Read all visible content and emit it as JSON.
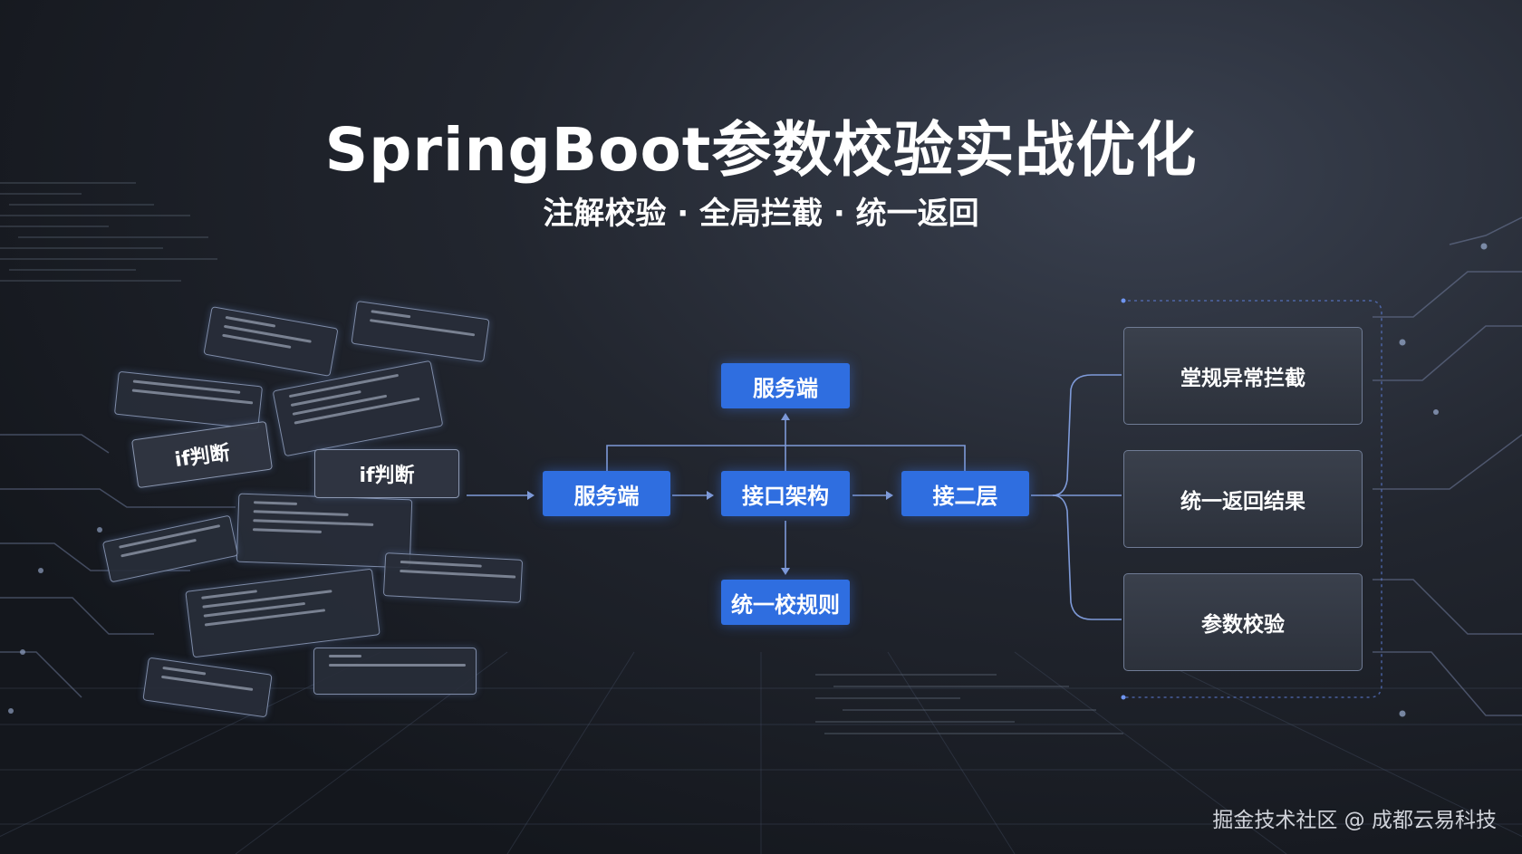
{
  "title": "SpringBoot参数校验实战优化",
  "subtitle": "注解校验 · 全局拦截 · 统一返回",
  "left_fragments": {
    "if_label_1": "if判断",
    "if_label_2": "if判断"
  },
  "flow": {
    "top_node": "服务端",
    "start_node": "服务端",
    "center_node": "接口架构",
    "right_node": "接二层",
    "bottom_node": "统一校规则"
  },
  "outputs": [
    "堂规异常拦截",
    "统一返回结果",
    "参数校验"
  ],
  "footer": "掘金技术社区 @ 成都云易科技",
  "colors": {
    "accent_blue": "#2f6ee0",
    "background": "#1b1e25"
  }
}
